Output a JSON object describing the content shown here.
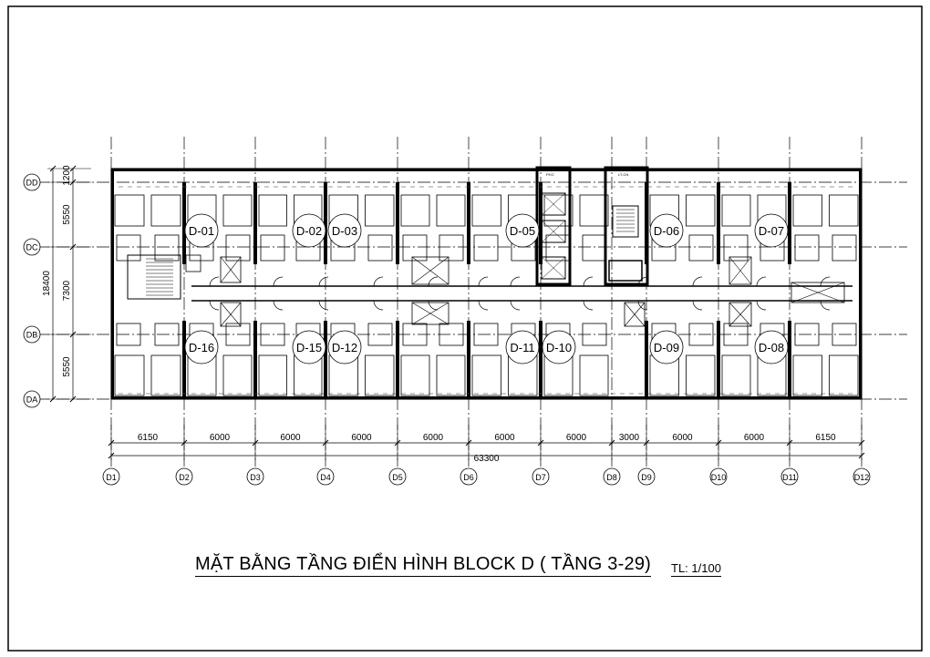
{
  "drawing": {
    "title": "MẶT BẰNG TẦNG ĐIỂN HÌNH BLOCK D ( TẦNG 3-29)",
    "scale": "TL: 1/100"
  },
  "grid_columns": [
    "D1",
    "D2",
    "D3",
    "D4",
    "D5",
    "D6",
    "D7",
    "D8",
    "D9",
    "D10",
    "D11",
    "D12"
  ],
  "grid_rows": [
    "DD",
    "DC",
    "DB",
    "DA"
  ],
  "column_spans": [
    "6150",
    "6000",
    "6000",
    "6000",
    "6000",
    "6000",
    "6000",
    "3000",
    "6000",
    "6000",
    "6150"
  ],
  "total_length": "63300",
  "row_spans": [
    "1200",
    "5550",
    "7300",
    "5550"
  ],
  "total_width": "18400",
  "units_north": [
    "D-01",
    "D-02",
    "D-03",
    "D-05",
    "D-06",
    "D-07"
  ],
  "units_south": [
    "D-16",
    "D-15",
    "D-12",
    "D-11",
    "D-10",
    "D-09",
    "D-08"
  ],
  "core_labels": [
    "P.KC",
    "LT-CN"
  ]
}
